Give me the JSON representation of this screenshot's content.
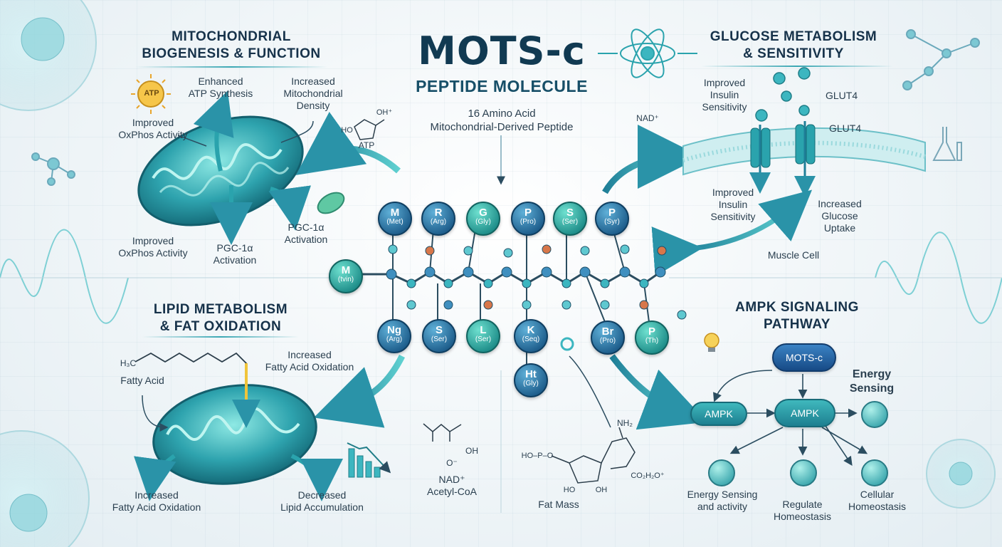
{
  "title": {
    "main": "MOTS-c",
    "sub": "PEPTIDE MOLECULE",
    "desc_line1": "16 Amino Acid",
    "desc_line2": "Mitochondrial-Derived Peptide"
  },
  "mito": {
    "title_line1": "MITOCHONDRIAL",
    "title_line2": "BIOGENESIS & FUNCTION",
    "atp_badge": "ATP",
    "enhanced_line1": "Enhanced",
    "enhanced_line2": "ATP Synthesis",
    "density_line1": "Increased",
    "density_line2": "Mitochondrial",
    "density_line3": "Density",
    "oxphos_top_line1": "Improved",
    "oxphos_top_line2": "OxPhos Activity",
    "oxphos_bot_line1": "Improved",
    "oxphos_bot_line2": "OxPhos Activity",
    "pgc_right_line1": "PGC-1α",
    "pgc_right_line2": "Activation",
    "pgc_bot_line1": "PGC-1α",
    "pgc_bot_line2": "Activation",
    "atp_struct": "ATP",
    "oh_label": "OH⁺",
    "ho_label": "HO"
  },
  "glucose": {
    "title_line1": "GLUCOSE METABOLISM",
    "title_line2": "& SENSITIVITY",
    "insulin_top_line1": "Improved",
    "insulin_top_line2": "Insulin",
    "insulin_top_line3": "Sensitivity",
    "glut4_a": "GLUT4",
    "glut4_b": "GLUT4",
    "insulin_bot_line1": "Improved",
    "insulin_bot_line2": "Insulin",
    "insulin_bot_line3": "Sensitivity",
    "uptake_line1": "Increased",
    "uptake_line2": "Glucose",
    "uptake_line3": "Uptake",
    "muscle": "Muscle Cell",
    "nad": "NAD⁺"
  },
  "lipid": {
    "title_line1": "LIPID METABOLISM",
    "title_line2": "& FAT OXIDATION",
    "fatty_acid": "Fatty Acid",
    "h3c": "H₃C",
    "oxid_top_line1": "Increased",
    "oxid_top_line2": "Fatty Acid Oxidation",
    "oxid_bot_line1": "Increased",
    "oxid_bot_line2": "Fatty Acid Oxidation",
    "lipid_acc_line1": "Decreased",
    "lipid_acc_line2": "Lipid Accumulation",
    "nad": "NAD⁺",
    "acetyl": "Acetyl-CoA",
    "oh": "OH",
    "o_minus": "O⁻"
  },
  "ampk": {
    "title_line1": "AMPK SIGNALING",
    "title_line2": "PATHWAY",
    "mots": "MOTS-c",
    "ampk_left": "AMPK",
    "ampk_center": "AMPK",
    "energy_line1": "Energy",
    "energy_line2": "Sensing",
    "out1_line1": "Energy Sensing",
    "out1_line2": "and activity",
    "out2_line1": "Regulate",
    "out2_line2": "Homeostasis",
    "out3_line1": "Cellular",
    "out3_line2": "Homeostasis"
  },
  "fat": {
    "label": "Fat Mass",
    "nh2": "NH₂",
    "ho_p": "HO–P–O",
    "ho1": "HO",
    "oh1": "OH",
    "co2": "CO₂H₂O⁺"
  },
  "peptide": {
    "top": [
      {
        "code": "M",
        "full": "(Met)"
      },
      {
        "code": "R",
        "full": "(Arg)"
      },
      {
        "code": "G",
        "full": "(Gly)"
      },
      {
        "code": "P",
        "full": "(Pro)"
      },
      {
        "code": "S",
        "full": "(Ser)"
      },
      {
        "code": "P",
        "full": "(Syr)"
      }
    ],
    "left": {
      "code": "M",
      "full": "(tvin)"
    },
    "bottom": [
      {
        "code": "Ng",
        "full": "(Arg)"
      },
      {
        "code": "S",
        "full": "(Ser)"
      },
      {
        "code": "L",
        "full": "(Ser)"
      },
      {
        "code": "K",
        "full": "(Seq)"
      },
      {
        "code": "Br",
        "full": "(Pro)"
      },
      {
        "code": "P",
        "full": "(Th)"
      }
    ],
    "extra": {
      "code": "Ht",
      "full": "(Gly)"
    }
  },
  "colors": {
    "teal": "#2aa3ad",
    "navy": "#113a52",
    "blue": "#1e5e8c"
  }
}
